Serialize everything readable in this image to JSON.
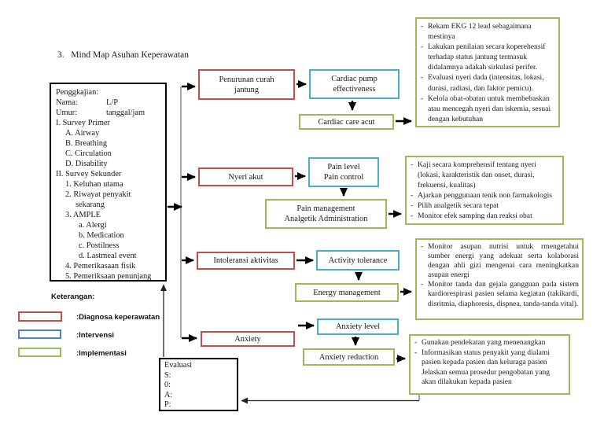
{
  "title": "3.   Mind Map Asuhan Keperawatan",
  "colors": {
    "diagnosis_border": "#c0504d",
    "intervention_border": "#4bacc6",
    "implementation_border": "#9bbb59",
    "legend_blue": "#4f81bd",
    "arrow": "#000000"
  },
  "assessment": {
    "lines": [
      {
        "text": "Penggkajian:"
      },
      {
        "label": "Nama:",
        "value": "L/P"
      },
      {
        "label": "Umur:",
        "value": "tanggal/jam"
      },
      {
        "text": "I. Survey Primer"
      },
      {
        "text": "A.  Airway"
      },
      {
        "text": "B.  Breathing"
      },
      {
        "text": "C.  Circulation"
      },
      {
        "text": "D.  Disability"
      },
      {
        "text": "II. Survey Sekunder"
      },
      {
        "text": "1.  Keluhan utama"
      },
      {
        "text": "2.  Riwayat penyakit"
      },
      {
        "text": "sekarang"
      },
      {
        "text": "3.  AMPLE"
      },
      {
        "text": "a.  Alergi"
      },
      {
        "text": "b.  Medication"
      },
      {
        "text": "c.  Postilness"
      },
      {
        "text": "d.  Lastmeal event"
      },
      {
        "text": "4.  Pemerikasaan fisik"
      },
      {
        "text": "5.  Pemeriksaan penunjang"
      }
    ]
  },
  "rows": [
    {
      "diagnosis": "Penurunan curah\njantung",
      "intervention": "Cardiac pump\neffectiveness",
      "implementation": "Cardiac care acut",
      "notes": [
        "Rekam EKG 12 lead sebagaimana mestinya",
        "Lakukan penilaian secara koperehensif terhadap status jantung termasuk didalamnya adakah sirkulasi perifer.",
        "Evaluasi nyeri dada (intensitas, lokasi, durasi, radiasi, dan faktor pemicu).",
        "Kelola obat-obatan untuk membebaskan atau mencegah nyeri dan iskemia, sesuai dengan kebutuhan"
      ]
    },
    {
      "diagnosis": "Nyeri akut",
      "intervention": "Pain level\nPain control",
      "implementation": "Pain management\nAnalgetik Administration",
      "notes": [
        "Kaji secara komprehensif tentang nyeri (lokasi, karakteristik dan onset, durasi, frekuensi, kualitas)",
        "Ajarkan penggunaan tenik non farmakologis",
        "Pilih analgetik secara tepat",
        "Monitor efek samping dan reaksi obat"
      ]
    },
    {
      "diagnosis": "Intoleransi aktivitas",
      "intervention": "Activity tolerance",
      "implementation": "Energy management",
      "notes": [
        "Monitor asupan nutrisi untuk rmengetahui sumber energi yang adekuat serta kolaborasi dengan ahli gizi mengenai cara meningkatkan asupan energi",
        "Monitor tanda dan gejala gangguan pada sistem kardiorespirasi pasien selama kegiatan (takikardi, disritmia, diaphoresis, dispnea, tanda-tanda vital)."
      ]
    },
    {
      "diagnosis": "Anxiety",
      "intervention": "Anxiety level",
      "implementation": "Anxiety reduction",
      "notes": [
        "Gunakan pendekatan yang menenangkan",
        "Informasikan status penyakit yang dialami pasien kepada pasien dan keluraga pasien Jelaskan  semua prosedur pengobatan yang akan dilakukan kepada pasien"
      ]
    }
  ],
  "legend": {
    "heading": "Keterangan:",
    "items": [
      {
        "label": ":Diagnosa keperawatan",
        "color": "#c0504d"
      },
      {
        "label": ":Intervensi",
        "color": "#4f81bd"
      },
      {
        "label": ":Implementasi",
        "color": "#9bbb59"
      }
    ]
  },
  "evaluation": {
    "heading": "Evaluasi",
    "lines": [
      "S:",
      "0:",
      "A:",
      "P:"
    ]
  }
}
